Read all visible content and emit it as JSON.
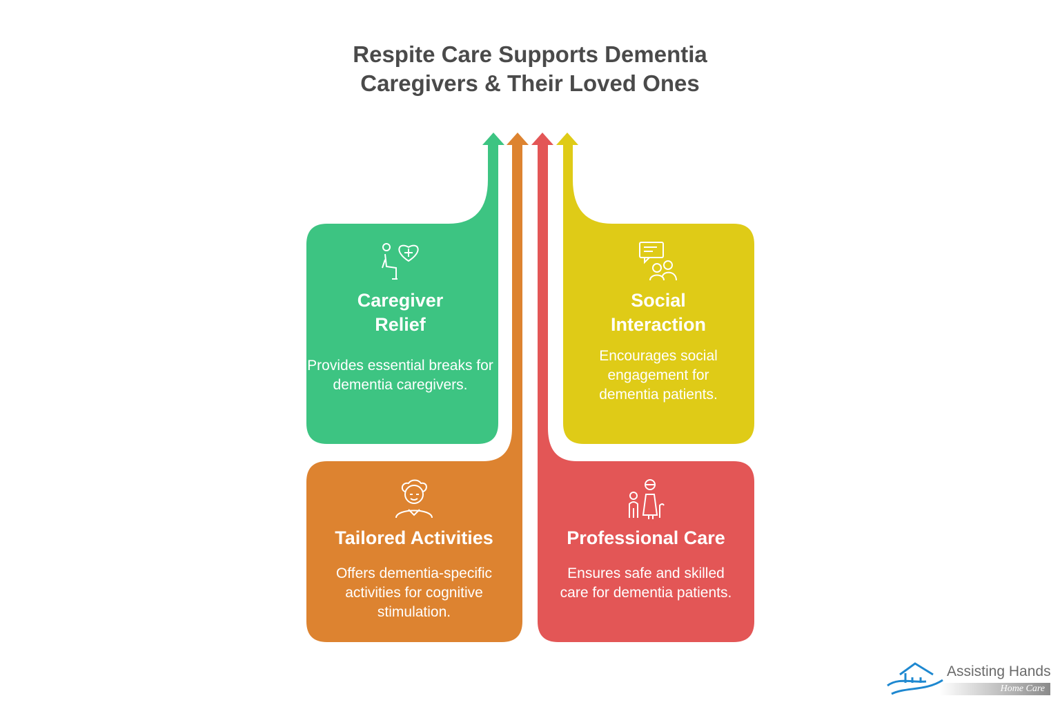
{
  "title_line1": "Respite Care Supports Dementia",
  "title_line2": "Caregivers & Their Loved Ones",
  "colors": {
    "green": "#3dc482",
    "orange": "#dd8330",
    "red": "#e35656",
    "yellow": "#dfcb17"
  },
  "cards": [
    {
      "title1": "Caregiver",
      "title2": "Relief",
      "desc": "Provides essential breaks for dementia caregivers.",
      "icon": "caregiver-heart-icon"
    },
    {
      "title1": "Social",
      "title2": "Interaction",
      "desc": "Encourages social engagement for dementia patients.",
      "icon": "chat-people-icon"
    },
    {
      "title1": "Tailored Activities",
      "desc": "Offers dementia-specific activities for cognitive stimulation.",
      "icon": "elderly-person-icon"
    },
    {
      "title1": "Professional Care",
      "desc": "Ensures safe and skilled care for dementia patients.",
      "icon": "caregiver-patient-icon"
    }
  ],
  "logo": {
    "name": "Assisting Hands",
    "sub": "Home Care"
  }
}
